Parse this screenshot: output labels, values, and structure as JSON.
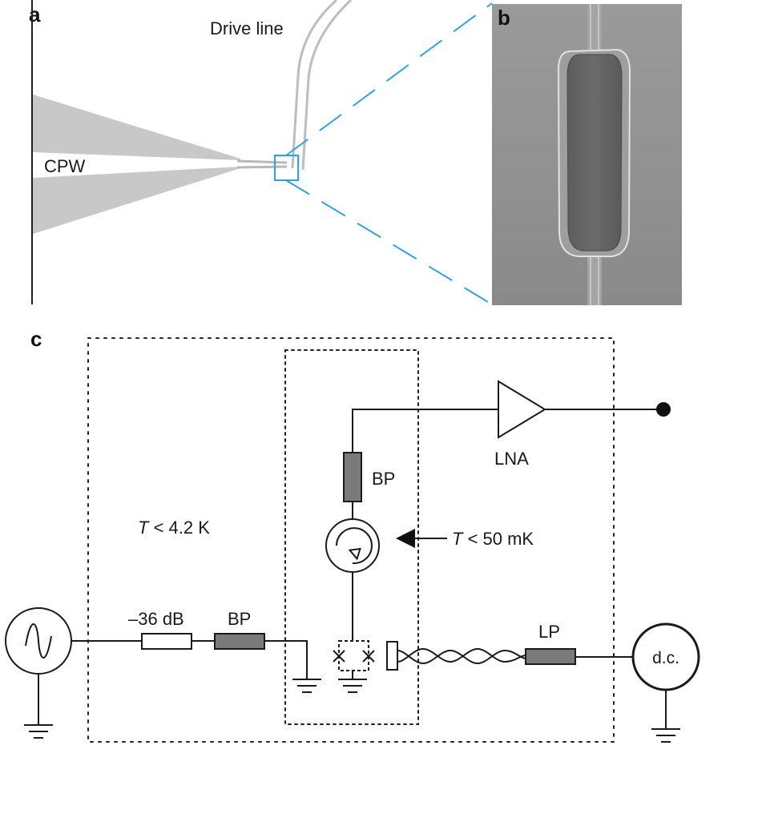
{
  "panels": {
    "a": "a",
    "b": "b",
    "c": "c"
  },
  "panel_a": {
    "drive_line_label": "Drive line",
    "cpw_label": "CPW"
  },
  "panel_c": {
    "label_bp_top": "BP",
    "label_lna": "LNA",
    "label_temp_outer_symbol": "T",
    "label_temp_outer_value": " < 4.2 K",
    "label_temp_inner_symbol": "T",
    "label_temp_inner_value": " < 50 mK",
    "label_attenuator": "–36 dB",
    "label_bp_left": "BP",
    "label_lp": "LP",
    "label_dc": "d.c."
  },
  "colors": {
    "highlight": "#2aa6dd",
    "filter_fill": "#7a7a7a",
    "sem_bg": "#8c8c8c"
  },
  "icons": {
    "source": "ac-source-icon",
    "circulator": "circulator-icon",
    "amplifier": "amplifier-triangle-icon",
    "ground": "ground-icon",
    "squid": "squid-icon",
    "dc_source": "dc-source-icon"
  }
}
